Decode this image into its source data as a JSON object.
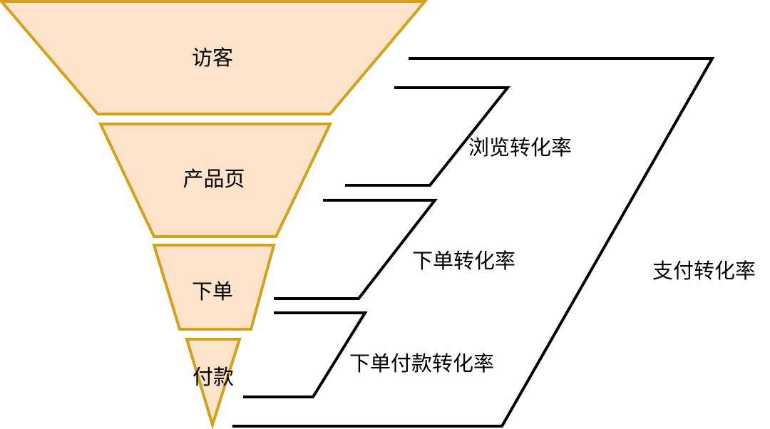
{
  "funnel": {
    "stages": [
      {
        "label": "访客"
      },
      {
        "label": "产品页"
      },
      {
        "label": "下单"
      },
      {
        "label": "付款"
      }
    ],
    "colors": {
      "stage_fill": "#fde3c9",
      "stage_border": "#d4a21a",
      "bracket": "#000000"
    }
  },
  "conversions": [
    {
      "label": "浏览转化率"
    },
    {
      "label": "下单转化率"
    },
    {
      "label": "下单付款转化率"
    },
    {
      "label": "支付转化率"
    }
  ]
}
